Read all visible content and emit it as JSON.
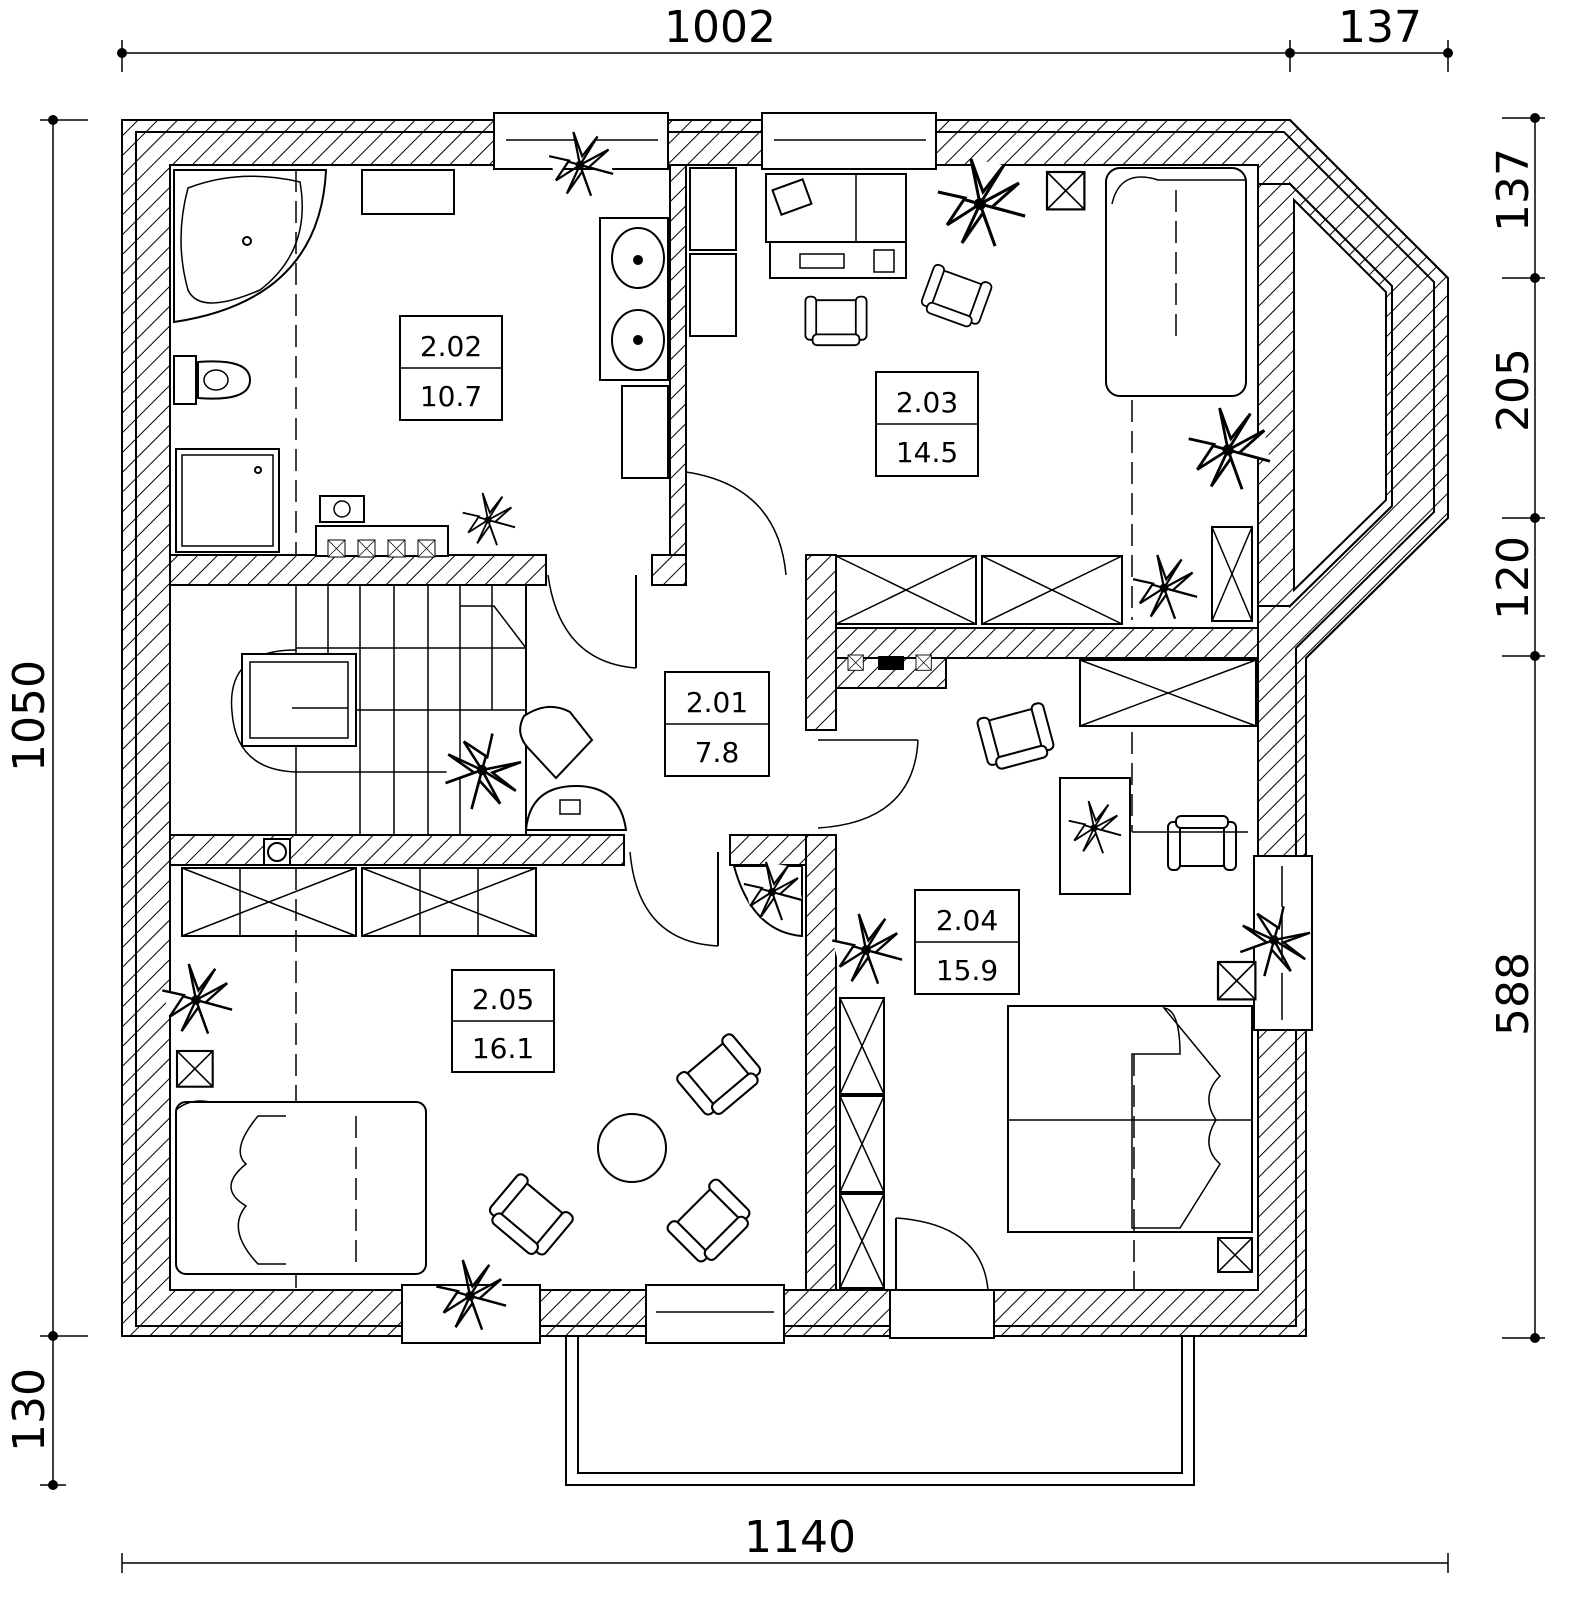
{
  "dimensions": {
    "top_main": "1002",
    "top_right": "137",
    "bottom": "1140",
    "left_total": "1050",
    "left_bottom": "130",
    "right_1": "137",
    "right_2": "205",
    "right_3": "120",
    "right_4": "588"
  },
  "rooms": [
    {
      "number": "2.01",
      "area": "7.8"
    },
    {
      "number": "2.02",
      "area": "10.7"
    },
    {
      "number": "2.03",
      "area": "14.5"
    },
    {
      "number": "2.04",
      "area": "15.9"
    },
    {
      "number": "2.05",
      "area": "16.1"
    }
  ]
}
